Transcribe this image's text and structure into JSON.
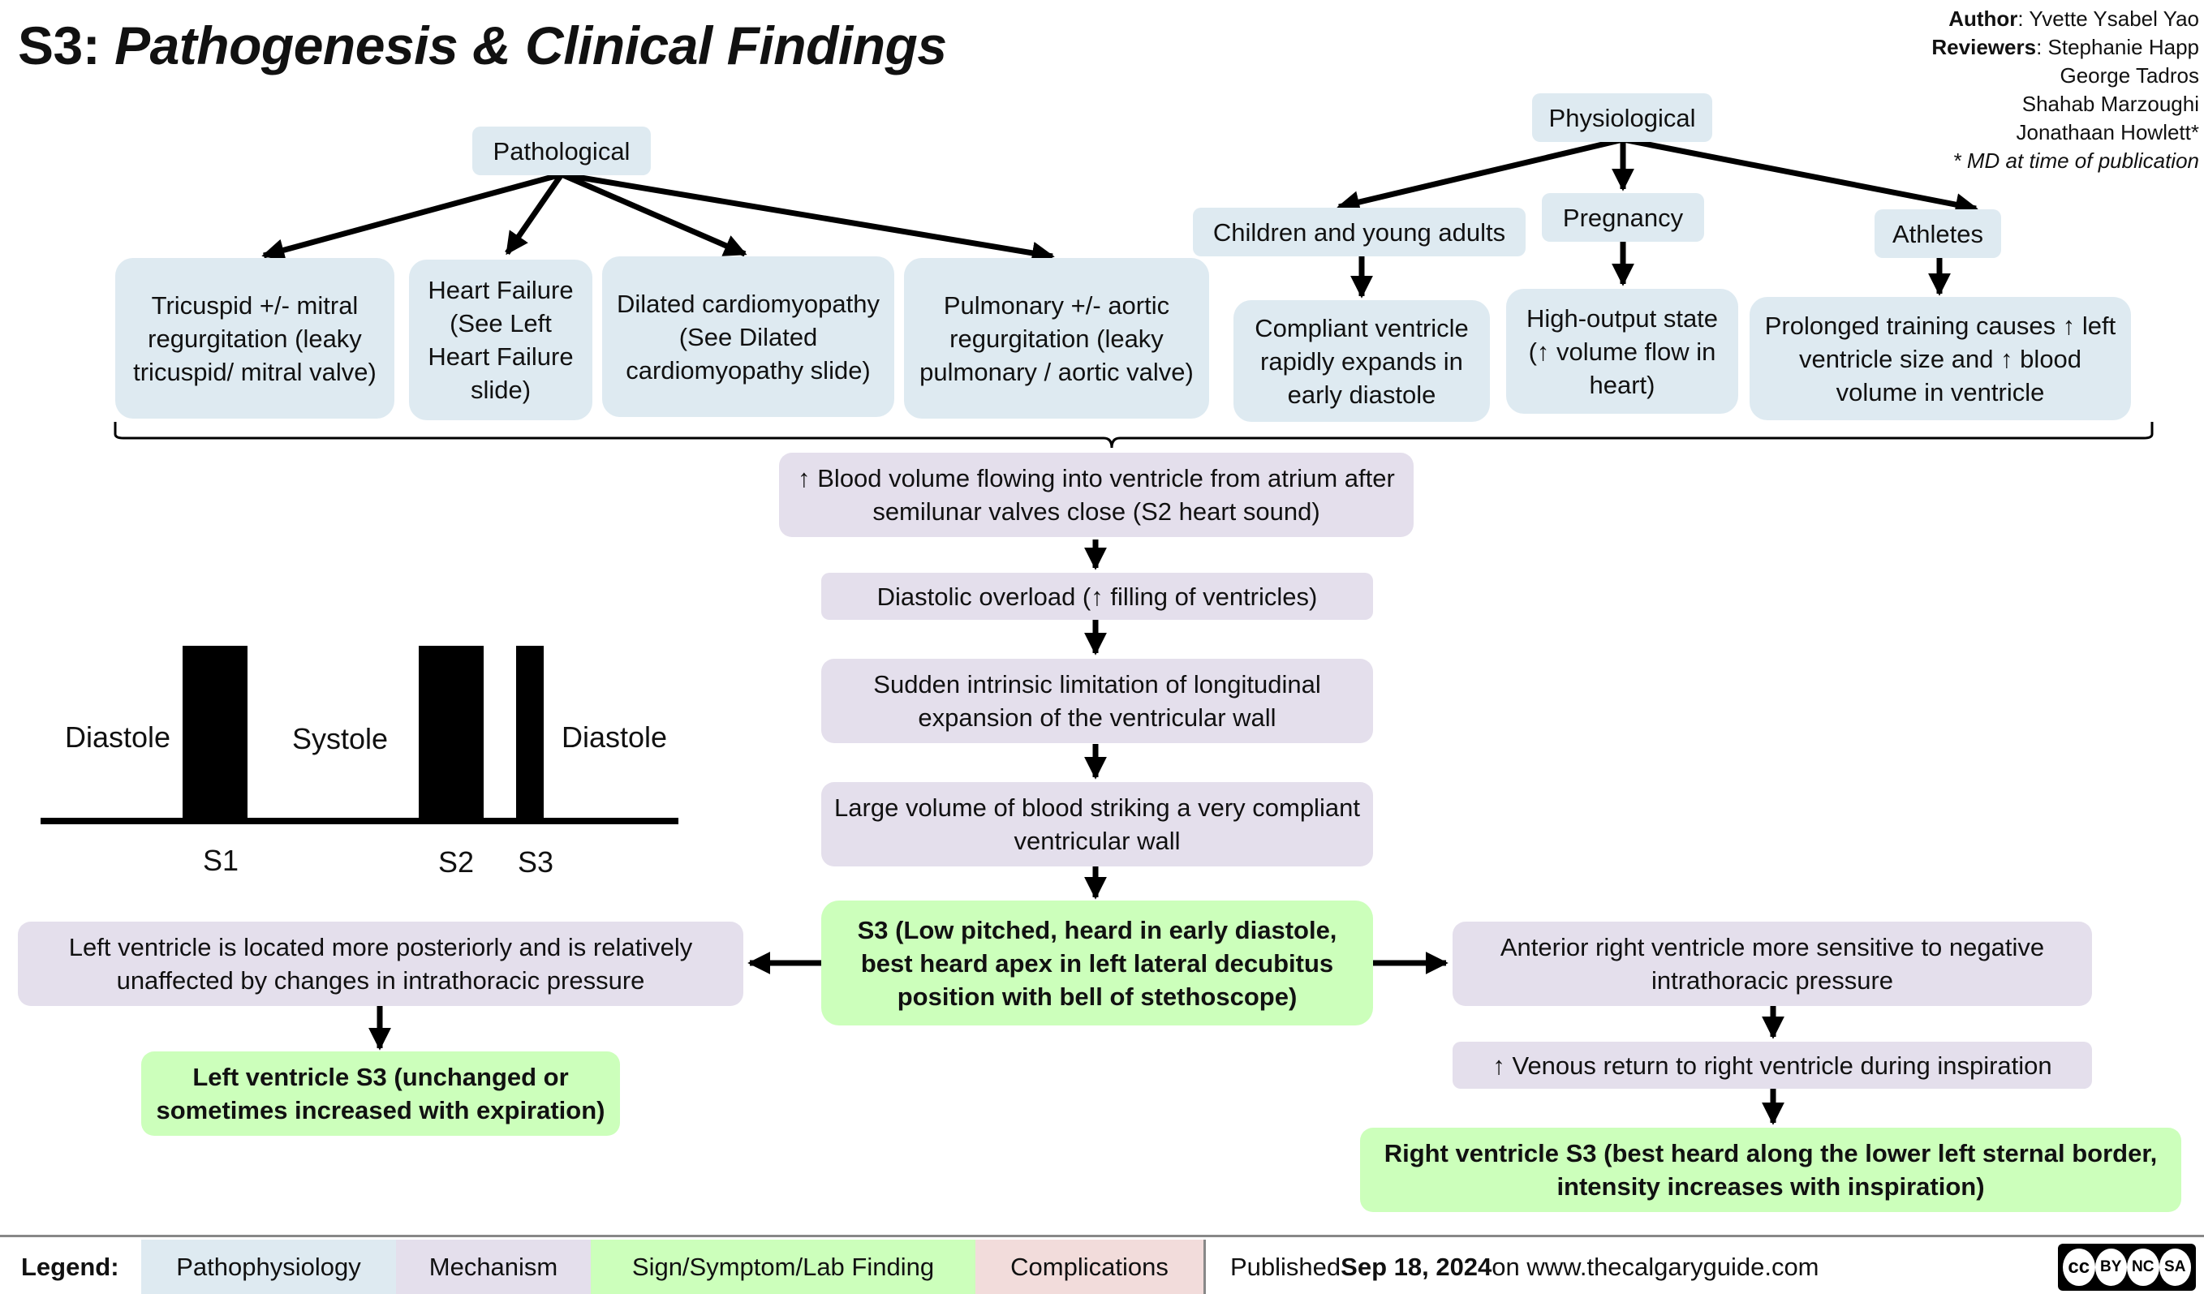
{
  "title": {
    "prefix": "S3:",
    "main": "Pathogenesis & Clinical Findings"
  },
  "credits": {
    "author_label": "Author",
    "author": ": Yvette Ysabel Yao",
    "reviewers_label": "Reviewers",
    "reviewers": [
      ": Stephanie Happ",
      "George Tadros",
      "Shahab Marzoughi",
      "Jonathaan Howlett*"
    ],
    "note": "* MD at time of publication"
  },
  "nodes": {
    "pathological": "Pathological",
    "tricuspid": "Tricuspid +/- mitral regurgitation (leaky tricuspid/ mitral valve)",
    "heart_failure": "Heart Failure (See Left Heart Failure slide)",
    "dilated": "Dilated cardiomyopathy (See Dilated cardiomyopathy slide)",
    "pulmonary": "Pulmonary +/- aortic regurgitation (leaky pulmonary / aortic valve)",
    "physiological": "Physiological",
    "children": "Children and young adults",
    "compliant": "Compliant ventricle rapidly expands in early diastole",
    "pregnancy": "Pregnancy",
    "high_output": "High-output state (↑ volume flow in heart)",
    "athletes": "Athletes",
    "prolonged": "Prolonged training causes ↑ left ventricle size and ↑ blood volume in ventricle",
    "blood_volume": "↑ Blood volume flowing into ventricle from atrium after semilunar valves close (S2 heart sound)",
    "diastolic_overload": "Diastolic overload (↑ filling of ventricles)",
    "sudden": "Sudden intrinsic limitation of longitudinal expansion of the ventricular wall",
    "large_volume": "Large volume of blood striking a very compliant ventricular wall",
    "s3": "S3 (Low pitched, heard in early diastole, best heard apex in left lateral decubitus position with bell of stethoscope)",
    "lv_posterior": "Left ventricle is located more posteriorly and is relatively unaffected by changes in intrathoracic pressure",
    "lv_s3": "Left ventricle S3 (unchanged or sometimes increased with expiration)",
    "rv_anterior": "Anterior right ventricle more sensitive to negative intrathoracic pressure",
    "venous_return": "↑ Venous return to right ventricle during inspiration",
    "rv_s3": "Right ventricle S3 (best heard along the lower left sternal border, intensity increases with inspiration)"
  },
  "waveform": {
    "diastole_left": "Diastole",
    "systole": "Systole",
    "diastole_right": "Diastole",
    "s1": "S1",
    "s2": "S2",
    "s3": "S3"
  },
  "legend": {
    "label": "Legend:",
    "items": [
      {
        "label": "Pathophysiology",
        "color": "#deeaf1"
      },
      {
        "label": "Mechanism",
        "color": "#e4dfec"
      },
      {
        "label": "Sign/Symptom/Lab Finding",
        "color": "#ccffbb"
      },
      {
        "label": "Complications",
        "color": "#f2dcdb"
      }
    ]
  },
  "publication": {
    "prefix": "Published ",
    "date": "Sep 18, 2024",
    "suffix": " on www.thecalgaryguide.com"
  },
  "license": {
    "badge": "cc",
    "by": "BY",
    "nc": "NC",
    "sa": "SA"
  }
}
